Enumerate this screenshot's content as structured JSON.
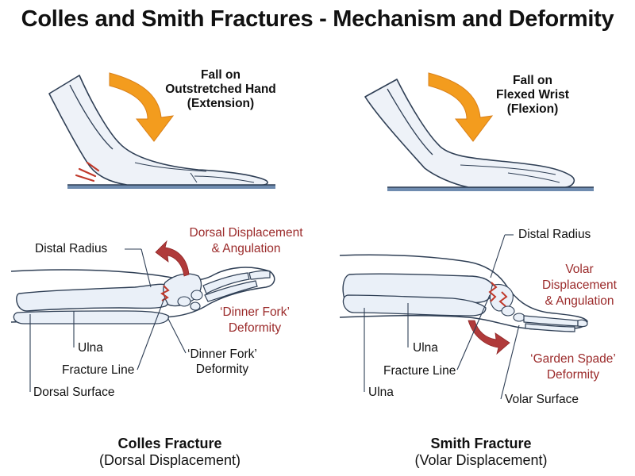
{
  "title": "Colles and Smith Fractures - Mechanism and Deformity",
  "colors": {
    "arrow_orange": "#f39c1e",
    "red_text": "#9b2a2a",
    "bone_fill": "#eaf0f8",
    "outline": "#2f3f55",
    "ground": "#6f8cb0"
  },
  "left": {
    "mechanism": [
      "Fall on",
      "Outstretched Hand",
      "(Extension)"
    ],
    "labels": {
      "distal_radius": "Distal Radius",
      "ulna": "Ulna",
      "fracture_line": "Fracture Line",
      "dorsal_surface": "Dorsal Surface",
      "deformity_callout": [
        "‘Dinner Fork’",
        "Deformity"
      ]
    },
    "red_labels": {
      "displacement": [
        "Dorsal Displacement",
        "& Angulation"
      ],
      "deformity": [
        "‘Dinner Fork’",
        "Deformity"
      ]
    },
    "caption": {
      "name": "Colles Fracture",
      "sub": "(Dorsal Displacement)"
    }
  },
  "right": {
    "mechanism": [
      "Fall on",
      "Flexed Wrist",
      "(Flexion)"
    ],
    "labels": {
      "distal_radius": "Distal Radius",
      "ulna_upper": "Ulna",
      "fracture_line": "Fracture Line",
      "ulna_lower": "Ulna",
      "volar_surface": "Volar Surface"
    },
    "red_labels": {
      "displacement": [
        "Volar",
        "Displacement",
        "& Angulation"
      ],
      "deformity": [
        "‘Garden Spade’",
        "Deformity"
      ]
    },
    "caption": {
      "name": "Smith Fracture",
      "sub": "(Volar Displacement)"
    }
  }
}
